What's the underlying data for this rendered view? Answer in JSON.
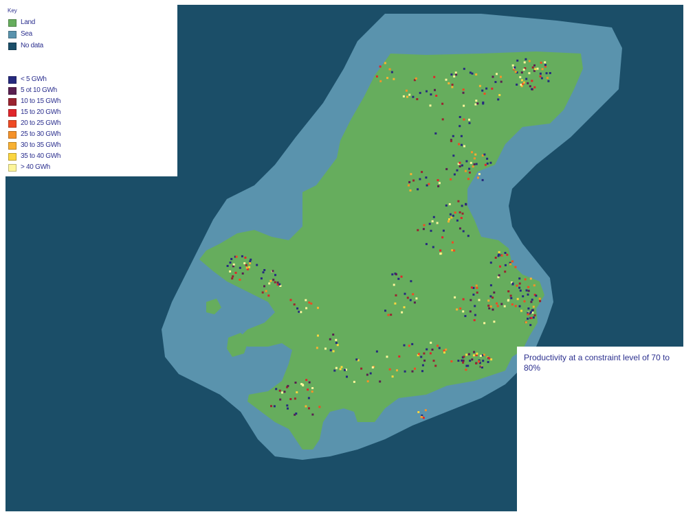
{
  "colors": {
    "land": "#66ad5d",
    "sea": "#5a93ad",
    "no_data": "#1b4e68",
    "text": "#2b2f8e"
  },
  "legend": {
    "title": "Key",
    "area_items": [
      {
        "label": "Land",
        "color": "#66ad5d"
      },
      {
        "label": "Sea",
        "color": "#5a93ad"
      },
      {
        "label": "No data",
        "color": "#1b4e68"
      }
    ],
    "productivity_items": [
      {
        "label": "< 5 GWh",
        "color": "#262a7e"
      },
      {
        "label": "5 ot 10 GWh",
        "color": "#5a2050"
      },
      {
        "label": "10 to 15 GWh",
        "color": "#9b2430"
      },
      {
        "label": "15 to 20 GWh",
        "color": "#e0262b"
      },
      {
        "label": "20 to 25 GWh",
        "color": "#ef4a24"
      },
      {
        "label": "25 to 30 GWh",
        "color": "#f5922a"
      },
      {
        "label": "30 to 35 GWh",
        "color": "#f8b133"
      },
      {
        "label": "35 to 40 GWh",
        "color": "#fbd640"
      },
      {
        "label": "> 40 GWh",
        "color": "#fdf59a"
      }
    ]
  },
  "caption": "Productivity at a constraint level of 70 to 80%"
}
